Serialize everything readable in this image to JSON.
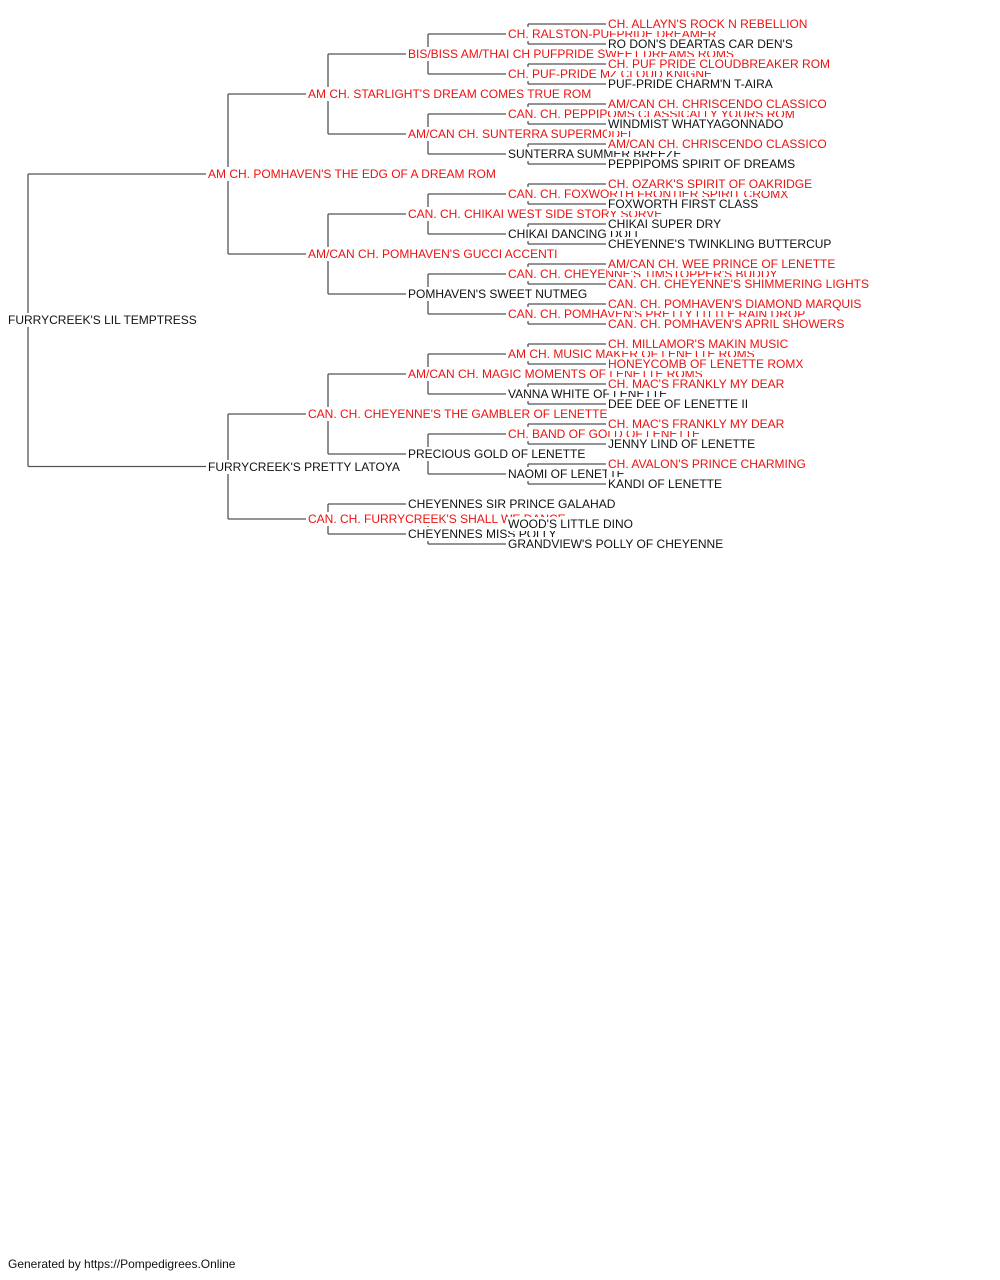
{
  "colors": {
    "champion": "#ee1111",
    "non_champion": "#111111",
    "lines": "#555555"
  },
  "pedigree": {
    "name": "FURRYCREEK'S LIL TEMPTRESS",
    "champion": false,
    "sire": {
      "name": "AM CH. POMHAVEN'S THE EDG OF A DREAM ROM",
      "champion": true,
      "sire": {
        "name": "AM CH. STARLIGHT'S DREAM COMES TRUE ROM",
        "champion": true,
        "sire": {
          "name": "BIS/BISS AM/THAI CH PUFPRIDE SWEET DREAMS ROMS",
          "champion": true,
          "sire": {
            "name": "CH. RALSTON-PUFPRIDE DREAMER",
            "champion": true,
            "sire": {
              "name": "CH. ALLAYN'S ROCK N REBELLION",
              "champion": true
            },
            "dam": {
              "name": "RO DON'S DEARTAS CAR DEN'S",
              "champion": false
            }
          },
          "dam": {
            "name": "CH. PUF-PRIDE MZ CLOUD KNIGNE",
            "champion": true,
            "sire": {
              "name": "CH. PUF PRIDE CLOUDBREAKER ROM",
              "champion": true
            },
            "dam": {
              "name": "PUF-PRIDE CHARM'N T-AIRA",
              "champion": false
            }
          }
        },
        "dam": {
          "name": "AM/CAN CH. SUNTERRA SUPERMODEL",
          "champion": true,
          "sire": {
            "name": "CAN. CH. PEPPIPOMS CLASSICALLY YOURS ROM",
            "champion": true,
            "sire": {
              "name": "AM/CAN CH. CHRISCENDO CLASSICO",
              "champion": true
            },
            "dam": {
              "name": "WINDMIST WHATYAGONNADO",
              "champion": false
            }
          },
          "dam": {
            "name": "SUNTERRA SUMMER BREEZE",
            "champion": false,
            "sire": {
              "name": "AM/CAN CH. CHRISCENDO CLASSICO",
              "champion": true
            },
            "dam": {
              "name": "PEPPIPOMS SPIRIT OF DREAMS",
              "champion": false
            }
          }
        }
      },
      "dam": {
        "name": "AM/CAN CH. POMHAVEN'S GUCCI ACCENTI",
        "champion": true,
        "sire": {
          "name": "CAN. CH. CHIKAI WEST SIDE STORY SORVE",
          "champion": true,
          "sire": {
            "name": "CAN. CH. FOXWORTH FRONTIER SPIRIT CROMX",
            "champion": true,
            "sire": {
              "name": "CH. OZARK'S SPIRIT OF OAKRIDGE",
              "champion": true
            },
            "dam": {
              "name": "FOXWORTH FIRST CLASS",
              "champion": false
            }
          },
          "dam": {
            "name": "CHIKAI DANCING DOLL",
            "champion": false,
            "sire": {
              "name": "CHIKAI SUPER DRY",
              "champion": false
            },
            "dam": {
              "name": "CHEYENNE'S TWINKLING BUTTERCUP",
              "champion": false
            }
          }
        },
        "dam": {
          "name": "POMHAVEN'S SWEET NUTMEG",
          "champion": false,
          "sire": {
            "name": "CAN. CH. CHEYENNE'S TIMSTOPPER'S BUDDY",
            "champion": true,
            "sire": {
              "name": "AM/CAN CH. WEE PRINCE OF LENETTE",
              "champion": true
            },
            "dam": {
              "name": "CAN. CH. CHEYENNE'S SHIMMERING LIGHTS",
              "champion": true
            }
          },
          "dam": {
            "name": "CAN. CH. POMHAVEN'S PRETTY LITTLE RAIN DROP",
            "champion": true,
            "sire": {
              "name": "CAN. CH. POMHAVEN'S DIAMOND MARQUIS",
              "champion": true
            },
            "dam": {
              "name": "CAN. CH. POMHAVEN'S APRIL SHOWERS",
              "champion": true
            }
          }
        }
      }
    },
    "dam": {
      "name": "FURRYCREEK'S PRETTY LATOYA",
      "champion": false,
      "sire": {
        "name": "CAN. CH. CHEYENNE'S THE GAMBLER OF LENETTE",
        "champion": true,
        "sire": {
          "name": "AM/CAN CH. MAGIC MOMENTS OF LENETTE ROMS",
          "champion": true,
          "sire": {
            "name": "AM CH. MUSIC MAKER OF LENETTE ROMS",
            "champion": true,
            "sire": {
              "name": "CH. MILLAMOR'S MAKIN MUSIC",
              "champion": true
            },
            "dam": {
              "name": "HONEYCOMB OF LENETTE ROMX",
              "champion": true
            }
          },
          "dam": {
            "name": "VANNA WHITE OF LENETTE",
            "champion": false,
            "sire": {
              "name": "CH. MAC'S FRANKLY MY DEAR",
              "champion": true
            },
            "dam": {
              "name": "DEE DEE OF LENETTE II",
              "champion": false
            }
          }
        },
        "dam": {
          "name": "PRECIOUS GOLD OF LENETTE",
          "champion": false,
          "sire": {
            "name": "CH. BAND OF GOLD OF LENETTE",
            "champion": true,
            "sire": {
              "name": "CH. MAC'S FRANKLY MY DEAR",
              "champion": true
            },
            "dam": {
              "name": "JENNY LIND OF LENETTE",
              "champion": false
            }
          },
          "dam": {
            "name": "NAOMI OF LENETTE",
            "champion": false,
            "sire": {
              "name": "CH. AVALON'S PRINCE CHARMING",
              "champion": true
            },
            "dam": {
              "name": "KANDI OF LENETTE",
              "champion": false
            }
          }
        }
      },
      "dam": {
        "name": "CAN. CH. FURRYCREEK'S SHALL WE DANCE",
        "champion": true,
        "sire": {
          "name": "CHEYENNES SIR PRINCE GALAHAD",
          "champion": false
        },
        "dam": {
          "name": "CHEYENNES MISS POLLY",
          "champion": false,
          "sire": {
            "name": "WOOD'S LITTLE DINO",
            "champion": false
          },
          "dam": {
            "name": "GRANDVIEW'S POLLY OF CHEYENNE",
            "champion": false
          }
        }
      }
    }
  },
  "footer": "Generated by https://Pompedigrees.Online"
}
